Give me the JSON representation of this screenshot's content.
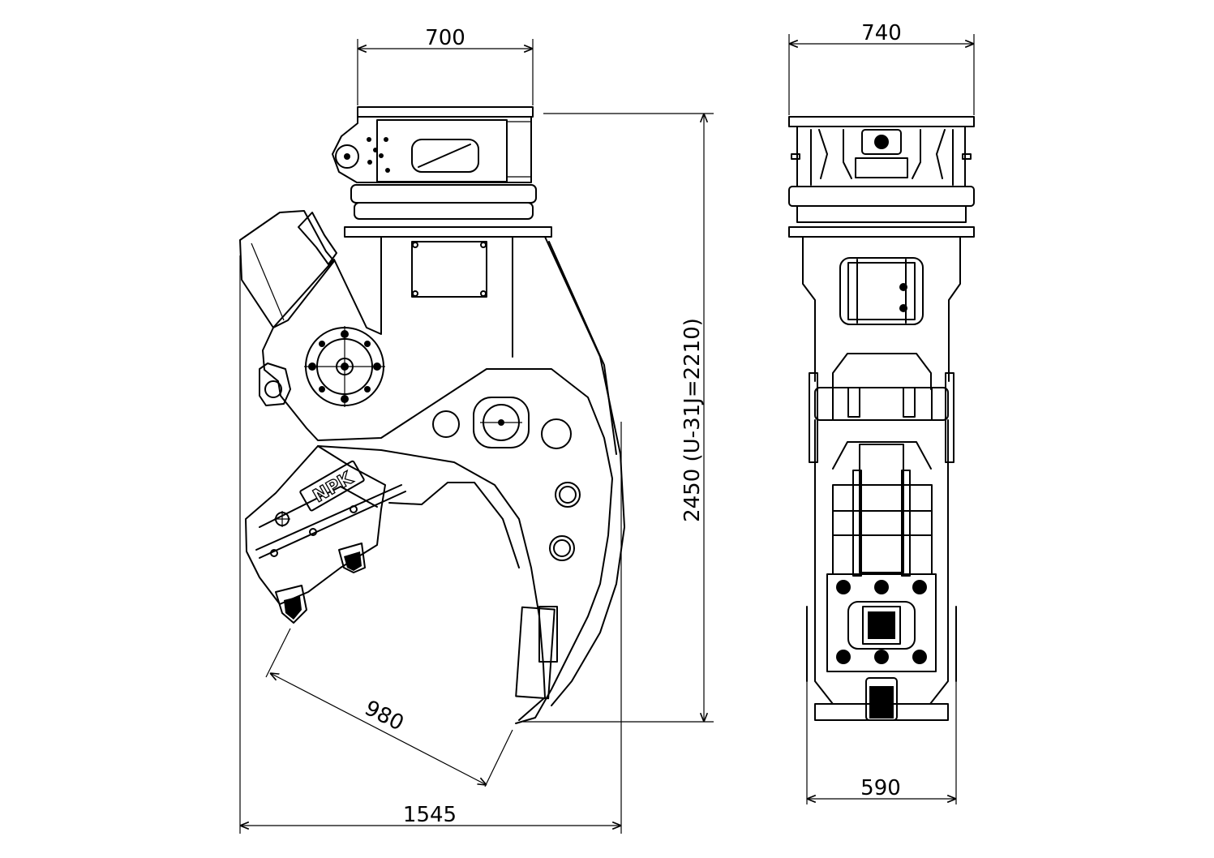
{
  "dimensions": {
    "top_width_side": "700",
    "top_width_front": "740",
    "height": "2450 (U-31J=2210)",
    "jaw_opening": "980",
    "overall_width": "1545",
    "bottom_width_front": "590"
  },
  "marking": {
    "brand": "NPK"
  }
}
